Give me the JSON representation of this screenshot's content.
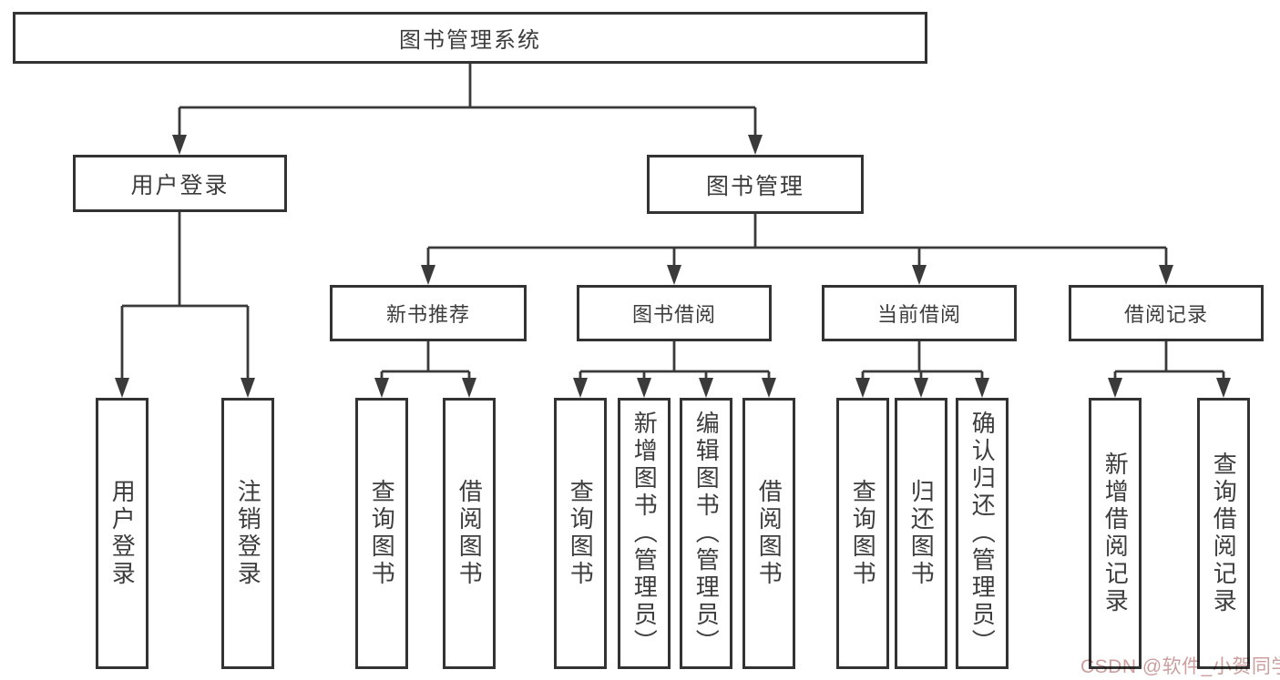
{
  "colors": {
    "background": "#ffffff",
    "line": "#3a3a3a",
    "box_border": "#333333",
    "text": "#3d3d3d",
    "watermark": "#c69494"
  },
  "diagram": {
    "root": {
      "label": "图书管理系统"
    },
    "branches": [
      {
        "label": "用户登录",
        "children": [
          {
            "label": "用户登录"
          },
          {
            "label": "注销登录"
          }
        ]
      },
      {
        "label": "图书管理",
        "children": [
          {
            "label": "新书推荐",
            "children": [
              {
                "label": "查询图书"
              },
              {
                "label": "借阅图书"
              }
            ]
          },
          {
            "label": "图书借阅",
            "children": [
              {
                "label": "查询图书"
              },
              {
                "label": "新增图书（管理员）"
              },
              {
                "label": "编辑图书（管理员）"
              },
              {
                "label": "借阅图书"
              }
            ]
          },
          {
            "label": "当前借阅",
            "children": [
              {
                "label": "查询图书"
              },
              {
                "label": "归还图书"
              },
              {
                "label": "确认归还（管理员）"
              }
            ]
          },
          {
            "label": "借阅记录",
            "children": [
              {
                "label": "新增借阅记录"
              },
              {
                "label": "查询借阅记录"
              }
            ]
          }
        ]
      }
    ]
  },
  "watermark": {
    "text": "CSDN @软件_小贺同学"
  }
}
